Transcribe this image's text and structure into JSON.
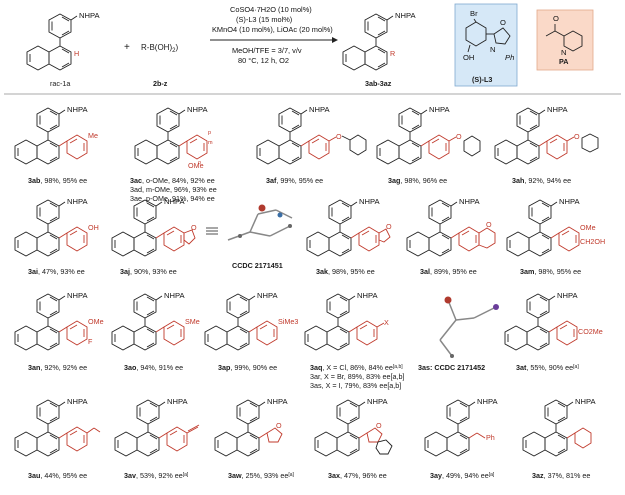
{
  "scheme": {
    "reactant1": "rac-1a",
    "reactant2": "2b-z",
    "product": "3ab-3az",
    "plus": "+",
    "reagent_partner": "R-B(OH)",
    "reagent_sub": "2",
    "nhpa": "NHPA",
    "h_atom": "H",
    "r_atom": "R",
    "conditions": [
      "CoSO4·7H2O (10 mol%)",
      "(S)-L3 (15 mol%)",
      "KMnO4 (10 mol%), LiOAc (20 mol%)",
      "MeOH/TFE = 3/7, v/v",
      "80 °C, 12 h, O2"
    ],
    "ligand": {
      "name": "(S)-L3",
      "br": "Br",
      "oh": "OH",
      "n": "N",
      "o": "O",
      "ph": "Ph",
      "color": "#d6e8f7"
    },
    "pa": {
      "name": "PA",
      "o": "O",
      "n": "N",
      "color": "#fad9c8"
    }
  },
  "products": [
    {
      "code": "3ab",
      "text": ", 98%, 95% ee",
      "sub": "Me"
    },
    {
      "code": "3ac",
      "text": ", o-OMe, 84%, 92% ee",
      "extra": [
        "3ad, m-OMe, 96%, 93% ee",
        "3ae, p-OMe, 91%, 94% ee"
      ],
      "sub": "OMe",
      "markers": [
        "p",
        "m",
        "o"
      ]
    },
    {
      "code": "3af",
      "text": ", 99%, 95% ee",
      "sub": "O"
    },
    {
      "code": "3ag",
      "text": ", 98%, 96% ee",
      "sub": "O"
    },
    {
      "code": "3ah",
      "text": ", 92%, 94% ee",
      "sub": "O"
    },
    {
      "code": "3ai",
      "text": ", 47%, 93% ee",
      "sub": "OH"
    },
    {
      "code": "3aj",
      "text": ", 90%, 93% ee",
      "sub": "O"
    },
    {
      "code": "CCDC 2171451",
      "text": ""
    },
    {
      "code": "3ak",
      "text": ", 98%, 95% ee",
      "sub": "O"
    },
    {
      "code": "3al",
      "text": ", 89%, 95% ee",
      "sub": "O"
    },
    {
      "code": "3am",
      "text": ", 98%, 95% ee",
      "sub": "OMe",
      "sub2": "CH2OH"
    },
    {
      "code": "3an",
      "text": ", 92%, 92% ee",
      "sub": "OMe",
      "sub2": "F"
    },
    {
      "code": "3ao",
      "text": ", 94%, 91% ee",
      "sub": "SMe"
    },
    {
      "code": "3ap",
      "text": ", 99%, 90% ee",
      "sub": "SiMe3"
    },
    {
      "code": "3aq",
      "text": ", X = Cl, 86%, 84% ee",
      "sup": "[a,b]",
      "extra": [
        "3ar, X = Br, 89%, 83% ee[a,b]",
        "3as, X = I, 79%, 83% ee[a,b]"
      ],
      "sub": "X"
    },
    {
      "code": "3as: CCDC 2171452",
      "text": ""
    },
    {
      "code": "3at",
      "text": ", 55%, 90% ee",
      "sup": "[a]",
      "sub": "CO2Me"
    },
    {
      "code": "3au",
      "text": ", 44%, 95% ee"
    },
    {
      "code": "3av",
      "text": ", 53%, 92% ee",
      "sup": "[a]"
    },
    {
      "code": "3aw",
      "text": ", 25%, 93% ee",
      "sup": "[a]",
      "sub": "O"
    },
    {
      "code": "3ax",
      "text": ", 47%, 96% ee",
      "sub": "O"
    },
    {
      "code": "3ay",
      "text": ", 49%, 94% ee",
      "sup": "[a]",
      "sub": "Ph"
    },
    {
      "code": "3az",
      "text": ", 37%, 81% ee"
    }
  ]
}
